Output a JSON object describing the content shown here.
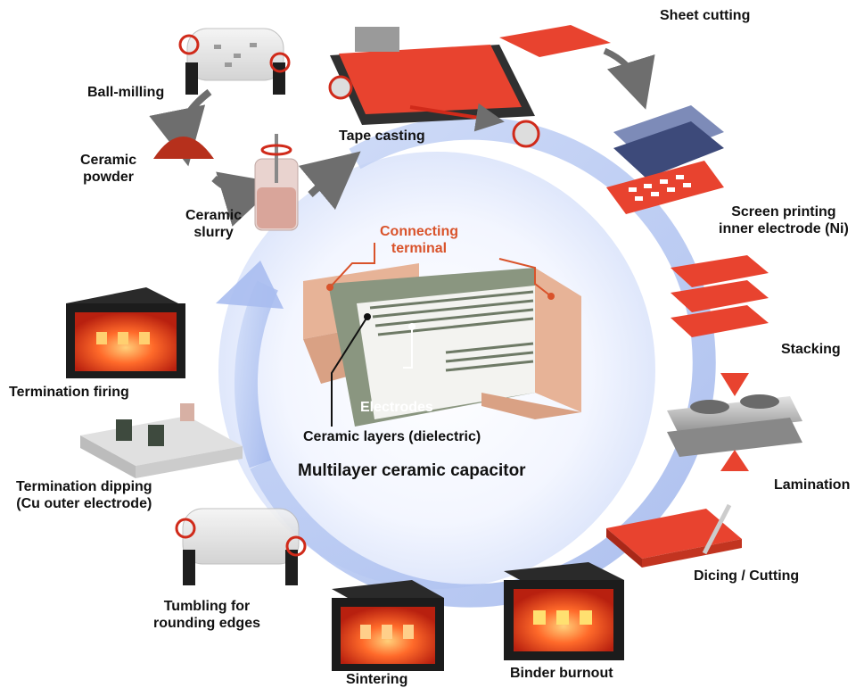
{
  "title": "Multilayer  ceramic capacitor",
  "center": {
    "connecting_terminal": [
      "Connecting",
      "terminal"
    ],
    "electrodes": "Electrodes",
    "ceramic_layers": "Ceramic layers (dielectric)"
  },
  "steps": {
    "ball_milling": "Ball-milling",
    "ceramic_powder": [
      "Ceramic",
      "powder"
    ],
    "ceramic_slurry": [
      "Ceramic",
      "slurry"
    ],
    "tape_casting": "Tape casting",
    "sheet_cutting": "Sheet cutting",
    "screen_printing": [
      "Screen printing",
      "inner electrode (Ni)"
    ],
    "stacking": "Stacking",
    "lamination": "Lamination",
    "dicing": "Dicing / Cutting",
    "binder_burnout": "Binder burnout",
    "sintering": "Sintering",
    "tumbling": [
      "Tumbling for",
      "rounding edges"
    ],
    "termination_dipping": [
      "Termination dipping",
      "(Cu outer electrode)"
    ],
    "termination_firing": "Termination firing"
  },
  "colors": {
    "cycle_arrow": "#a9bdf0",
    "ceramic_red": "#e8432f",
    "terminal": "#e8b49a",
    "accent_orange": "#d9532b",
    "furnace": "#1c1c1c",
    "grey_arrow": "#6e6e6e"
  }
}
